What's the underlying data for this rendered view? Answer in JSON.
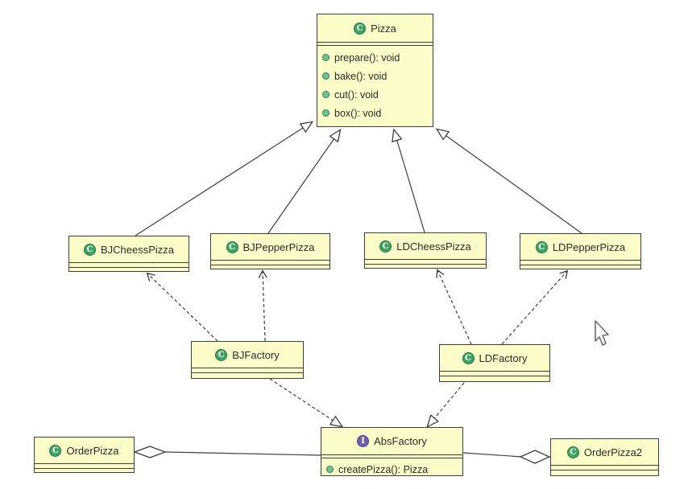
{
  "classes": {
    "pizza": {
      "badge": "C",
      "name": "Pizza",
      "methods": [
        "prepare(): void",
        "bake(): void",
        "cut(): void",
        "box(): void"
      ]
    },
    "bjcheesspizza": {
      "badge": "C",
      "name": "BJCheessPizza"
    },
    "bjpepperpizza": {
      "badge": "C",
      "name": "BJPepperPizza"
    },
    "ldcheesspizza": {
      "badge": "C",
      "name": "LDCheessPizza"
    },
    "ldpepperpizza": {
      "badge": "C",
      "name": "LDPepperPizza"
    },
    "bjfactory": {
      "badge": "C",
      "name": "BJFactory"
    },
    "ldfactory": {
      "badge": "C",
      "name": "LDFactory"
    },
    "absfactory": {
      "badge": "I",
      "name": "AbsFactory",
      "methods": [
        "createPizza(): Pizza"
      ]
    },
    "orderpizza": {
      "badge": "C",
      "name": "OrderPizza"
    },
    "orderpizza2": {
      "badge": "C",
      "name": "OrderPizza2"
    }
  },
  "colors": {
    "box_fill": "#FCFCC8",
    "box_border": "#3F3F3F",
    "class_badge_green": "#3FA463",
    "interface_badge_purple": "#6F5FAB",
    "method_dot_green": "#6CC495"
  }
}
